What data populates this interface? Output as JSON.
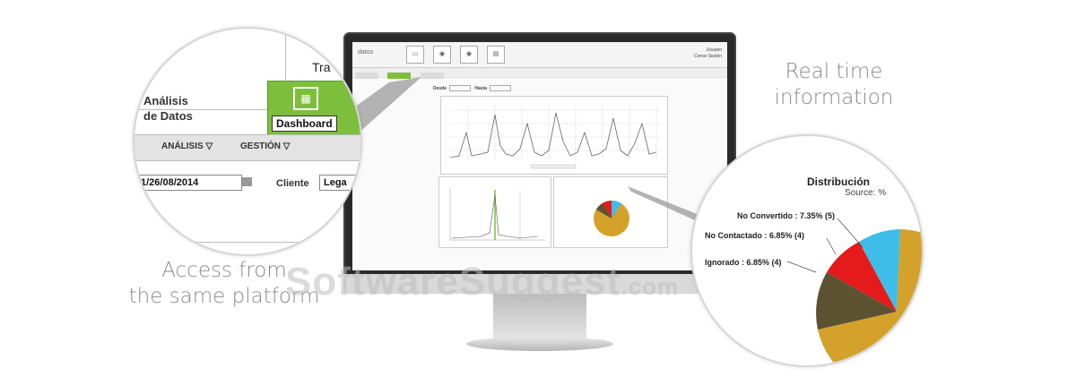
{
  "captions": {
    "left_line1": "Access from",
    "left_line2": "the same platform",
    "right_line1": "Real time",
    "right_line2": "information"
  },
  "watermark": {
    "main": "SoftwareSuggest",
    "suffix": ".com"
  },
  "zoom_left": {
    "tra_fragment": "Tra",
    "analisis_line1": "Análisis",
    "analisis_line2": "de Datos",
    "dashboard_button": "Dashboard",
    "dashboard_icon": "dashboard-icon",
    "menu_analisis": "ANÁLISIS ▽",
    "menu_gestion": "GESTIÓN ▽",
    "date_value": "1/26/08/2014",
    "cliente_label": "Cliente",
    "cliente_value": "Lega"
  },
  "zoom_right": {
    "title": "Distribución",
    "subtitle": "Source: %",
    "labels": {
      "no_convertido": "No Convertido : 7.35% (5)",
      "no_contactado": "No Contactado : 6.85% (4)",
      "ignorado": "Ignorado : 6.85% (4)"
    }
  },
  "screen": {
    "logo": "datos",
    "header_right_line1": "Usuario",
    "header_right_line2": "Cerrar Sesión",
    "filter_from": "Desde",
    "filter_to": "Hasta"
  },
  "colors": {
    "accent_green": "#7dbf3c",
    "pie_gold": "#d4a12a",
    "pie_red": "#e51b1b",
    "pie_cyan": "#3dbde8",
    "pie_olive": "#5c5232"
  }
}
